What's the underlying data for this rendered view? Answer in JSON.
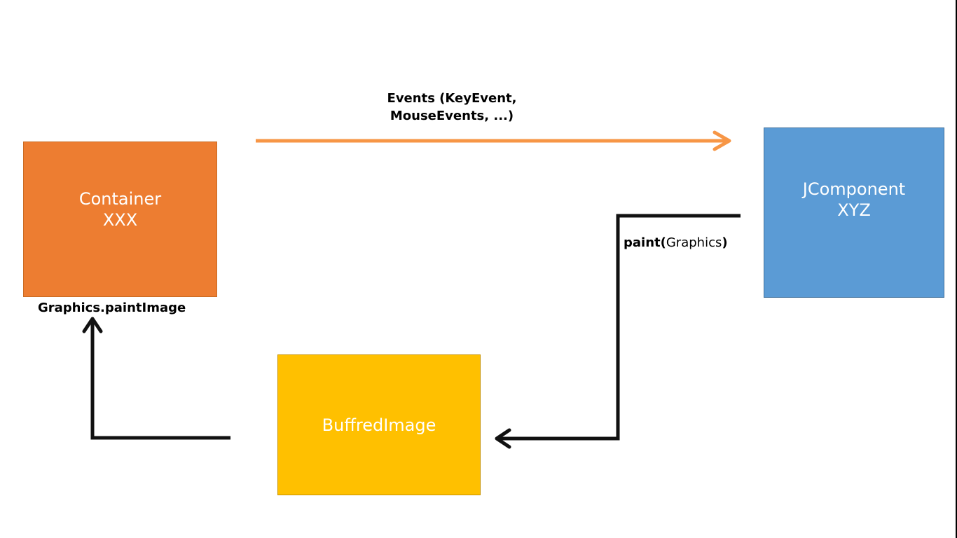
{
  "nodes": {
    "container": {
      "line1": "Container",
      "line2": "XXX",
      "color": "#ed7d31"
    },
    "jcomponent": {
      "line1": "JComponent",
      "line2": "XYZ",
      "color": "#5b9bd5"
    },
    "buffered_image": {
      "label": "BuffredImage",
      "color": "#ffc000"
    }
  },
  "edges": {
    "events": {
      "label_line1": "Events (KeyEvent,",
      "label_line2": "MouseEvents, ...)",
      "color": "#f79646"
    },
    "paint": {
      "label_method": "paint(",
      "label_arg": "Graphics",
      "label_close": ")",
      "color": "#111111"
    },
    "paint_image": {
      "label": "Graphics.paintImage",
      "color": "#111111"
    }
  }
}
